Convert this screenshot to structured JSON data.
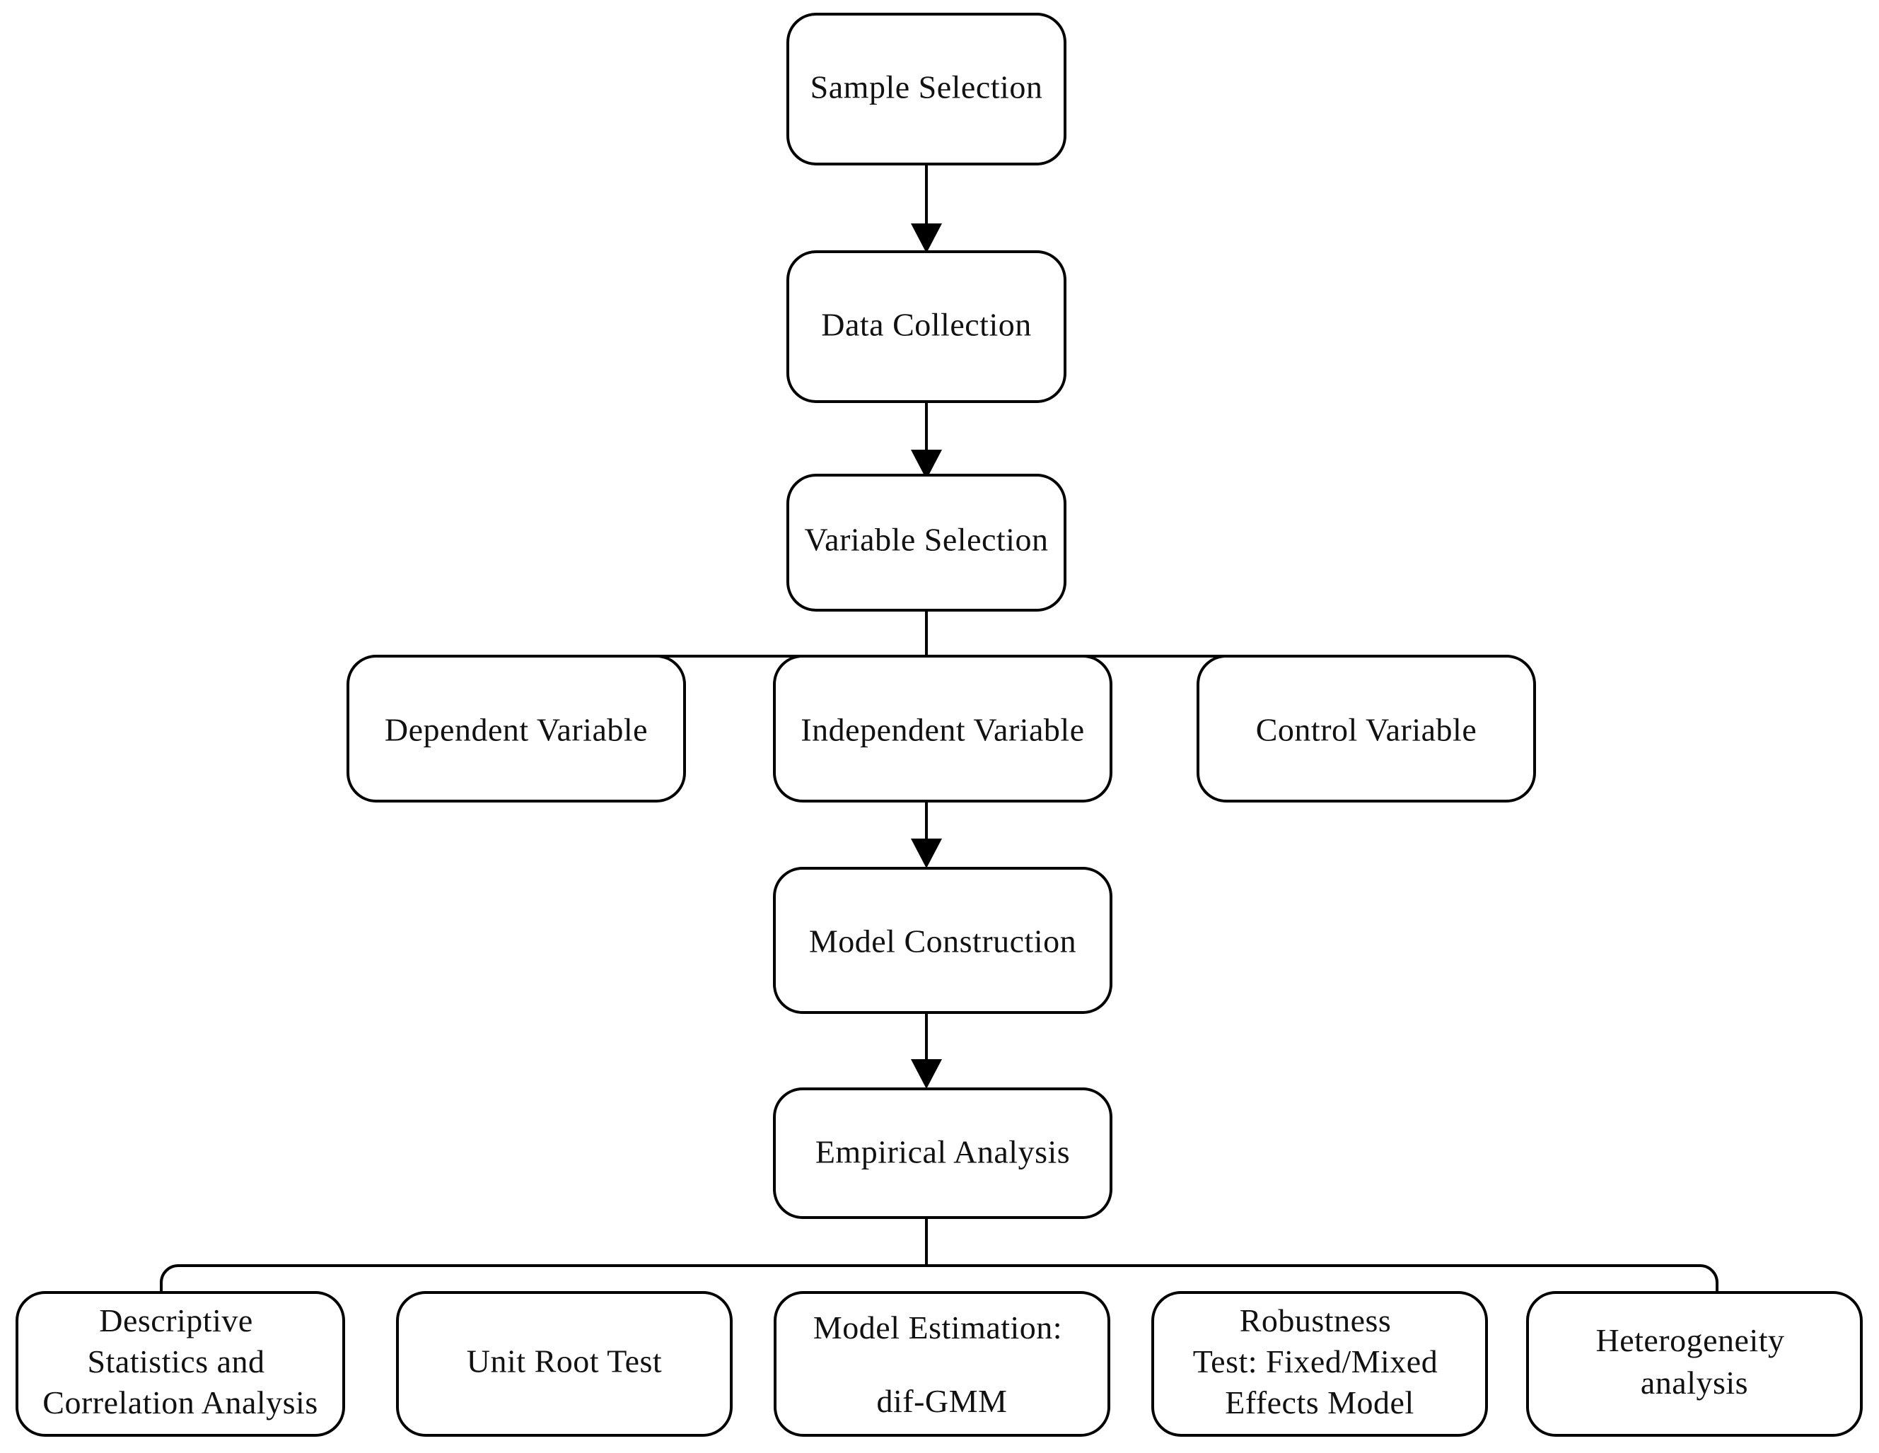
{
  "diagram": {
    "type": "flowchart",
    "title": "Research Methodology Flowchart",
    "orientation": "top-to-bottom",
    "background_color": "#ffffff",
    "stroke_color": "#000000",
    "text_color": "#111111",
    "nodes": [
      {
        "id": "sample-selection",
        "label": "Sample Selection",
        "lines": [
          "Sample Selection"
        ]
      },
      {
        "id": "data-collection",
        "label": "Data Collection",
        "lines": [
          "Data Collection"
        ]
      },
      {
        "id": "variable-selection",
        "label": "Variable Selection",
        "lines": [
          "Variable Selection"
        ]
      },
      {
        "id": "dependent-variable",
        "label": "Dependent Variable",
        "lines": [
          "Dependent Variable"
        ]
      },
      {
        "id": "independent-variable",
        "label": "Independent Variable",
        "lines": [
          "Independent Variable"
        ]
      },
      {
        "id": "control-variable",
        "label": "Control Variable",
        "lines": [
          "Control Variable"
        ]
      },
      {
        "id": "model-construction",
        "label": "Model Construction",
        "lines": [
          "Model Construction"
        ]
      },
      {
        "id": "empirical-analysis",
        "label": "Empirical Analysis",
        "lines": [
          "Empirical Analysis"
        ]
      },
      {
        "id": "descriptive-statistics",
        "label": "Descriptive Statistics and Correlation Analysis",
        "lines": [
          "Descriptive",
          "Statistics    and",
          "Correlation Analysis"
        ]
      },
      {
        "id": "unit-root-test",
        "label": "Unit Root Test",
        "lines": [
          "Unit Root Test"
        ]
      },
      {
        "id": "model-estimation",
        "label": "Model Estimation: dif-GMM",
        "lines": [
          "Model Estimation:",
          "",
          "dif-GMM"
        ]
      },
      {
        "id": "robustness-test",
        "label": "Robustness Test: Fixed/Mixed Effects Model",
        "lines": [
          "Robustness",
          "Test: Fixed/Mixed",
          "Effects Model"
        ]
      },
      {
        "id": "heterogeneity-analysis",
        "label": "Heterogeneity analysis",
        "lines": [
          "Heterogeneity",
          "analysis"
        ]
      }
    ],
    "edges": [
      {
        "from": "sample-selection",
        "to": "data-collection",
        "style": "arrow"
      },
      {
        "from": "data-collection",
        "to": "variable-selection",
        "style": "arrow"
      },
      {
        "from": "variable-selection",
        "to": "dependent-variable",
        "style": "bracket"
      },
      {
        "from": "variable-selection",
        "to": "independent-variable",
        "style": "bracket"
      },
      {
        "from": "variable-selection",
        "to": "control-variable",
        "style": "bracket"
      },
      {
        "from": "independent-variable",
        "to": "model-construction",
        "style": "arrow"
      },
      {
        "from": "model-construction",
        "to": "empirical-analysis",
        "style": "arrow"
      },
      {
        "from": "empirical-analysis",
        "to": "descriptive-statistics",
        "style": "bracket"
      },
      {
        "from": "empirical-analysis",
        "to": "heterogeneity-analysis",
        "style": "bracket"
      }
    ]
  }
}
